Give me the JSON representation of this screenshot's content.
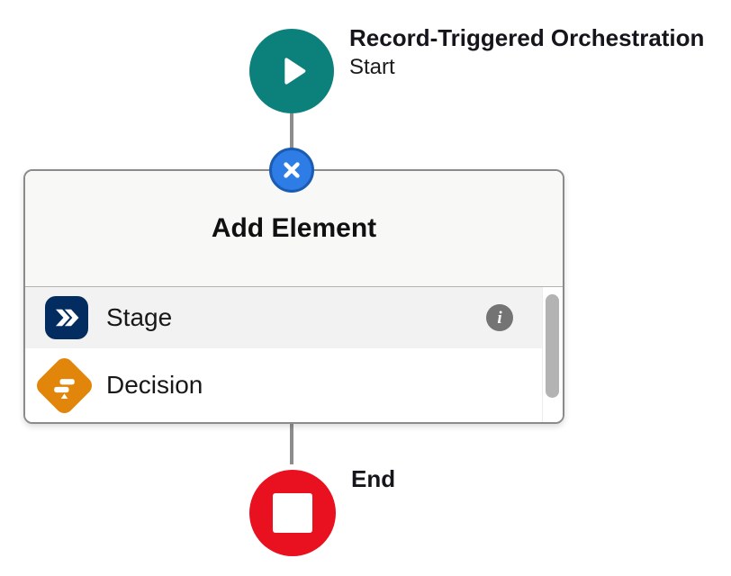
{
  "canvas": {
    "background": "#ffffff",
    "connector_color": "#8d8d8d"
  },
  "start_node": {
    "title": "Record-Triggered Orchestration",
    "subtitle": "Start",
    "icon": "play-icon",
    "color": "#0c817b"
  },
  "add_element_button": {
    "icon": "close-icon",
    "fill_color": "#2e7de6",
    "ring_color": "#1b5cb3"
  },
  "add_element_panel": {
    "title": "Add Element",
    "header_background": "#f8f8f7",
    "items": [
      {
        "label": "Stage",
        "icon": "stage-icon",
        "icon_color": "#032d60",
        "highlighted": true,
        "has_info_button": true,
        "info_icon": "i"
      },
      {
        "label": "Decision",
        "icon": "decision-icon",
        "icon_color": "#e2860b",
        "highlighted": false,
        "has_info_button": false
      }
    ],
    "scrollbar": {
      "thumb_color": "#b3b3b3"
    }
  },
  "end_node": {
    "title": "End",
    "icon": "stop-icon",
    "color": "#e9111f"
  }
}
